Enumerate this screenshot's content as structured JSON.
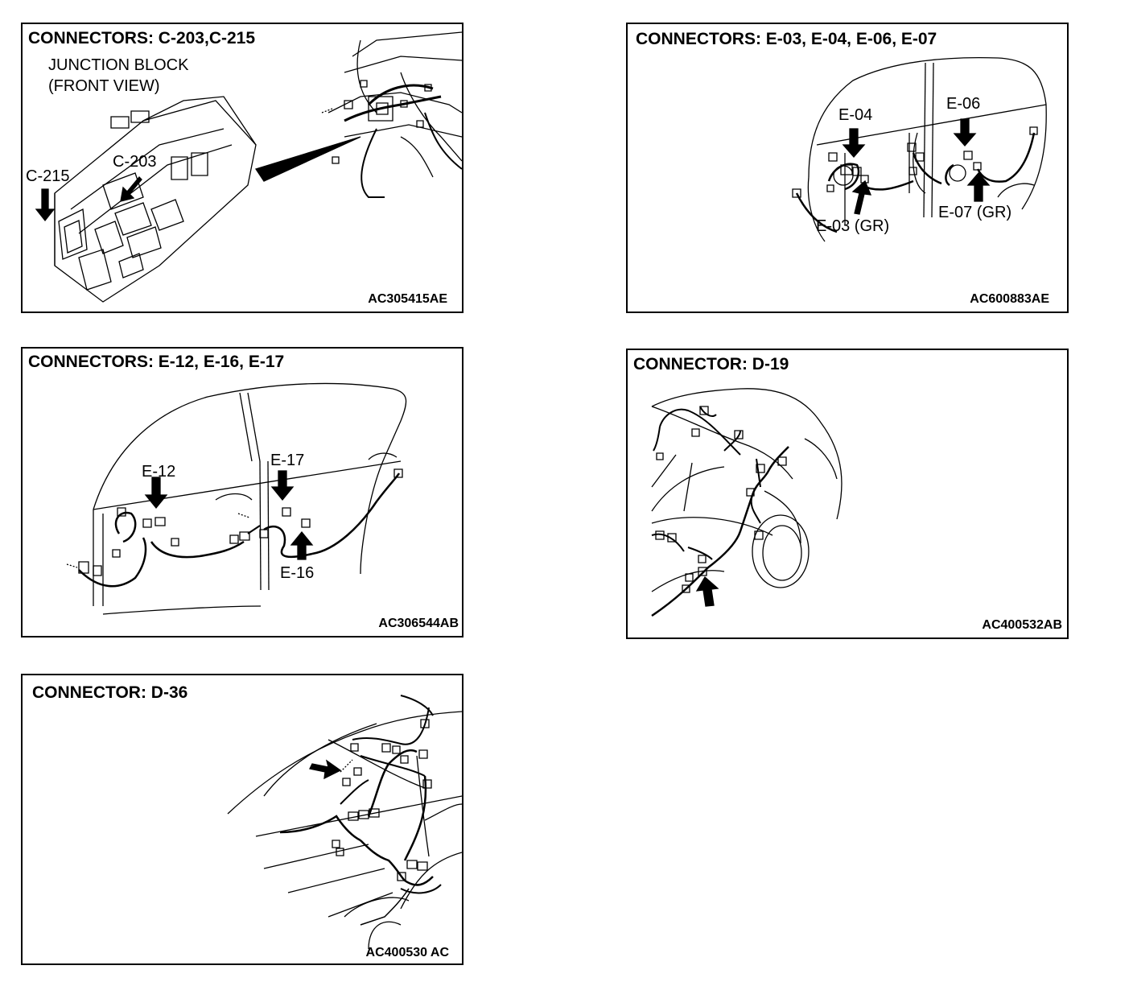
{
  "panels": [
    {
      "title": "CONNECTORS: C-203,C-215",
      "subtitle_line1": "JUNCTION BLOCK",
      "subtitle_line2": "(FRONT VIEW)",
      "labels": [
        "C-215",
        "C-203"
      ],
      "code": "AC305415AE"
    },
    {
      "title": "CONNECTORS: E-03, E-04, E-06, E-07",
      "labels": [
        "E-04",
        "E-06",
        "E-03 (GR)",
        "E-07 (GR)"
      ],
      "code": "AC600883AE"
    },
    {
      "title": "CONNECTORS: E-12, E-16, E-17",
      "labels": [
        "E-12",
        "E-17",
        "E-16"
      ],
      "code": "AC306544AB"
    },
    {
      "title": "CONNECTOR: D-19",
      "labels": [],
      "code": "AC400532AB"
    },
    {
      "title": "CONNECTOR: D-36",
      "labels": [],
      "code": "AC400530 AC"
    }
  ],
  "colors": {
    "line": "#000000",
    "background": "#ffffff"
  },
  "icons": [
    "arrow-pointer-icon",
    "connector-icon",
    "wire-harness-icon"
  ]
}
